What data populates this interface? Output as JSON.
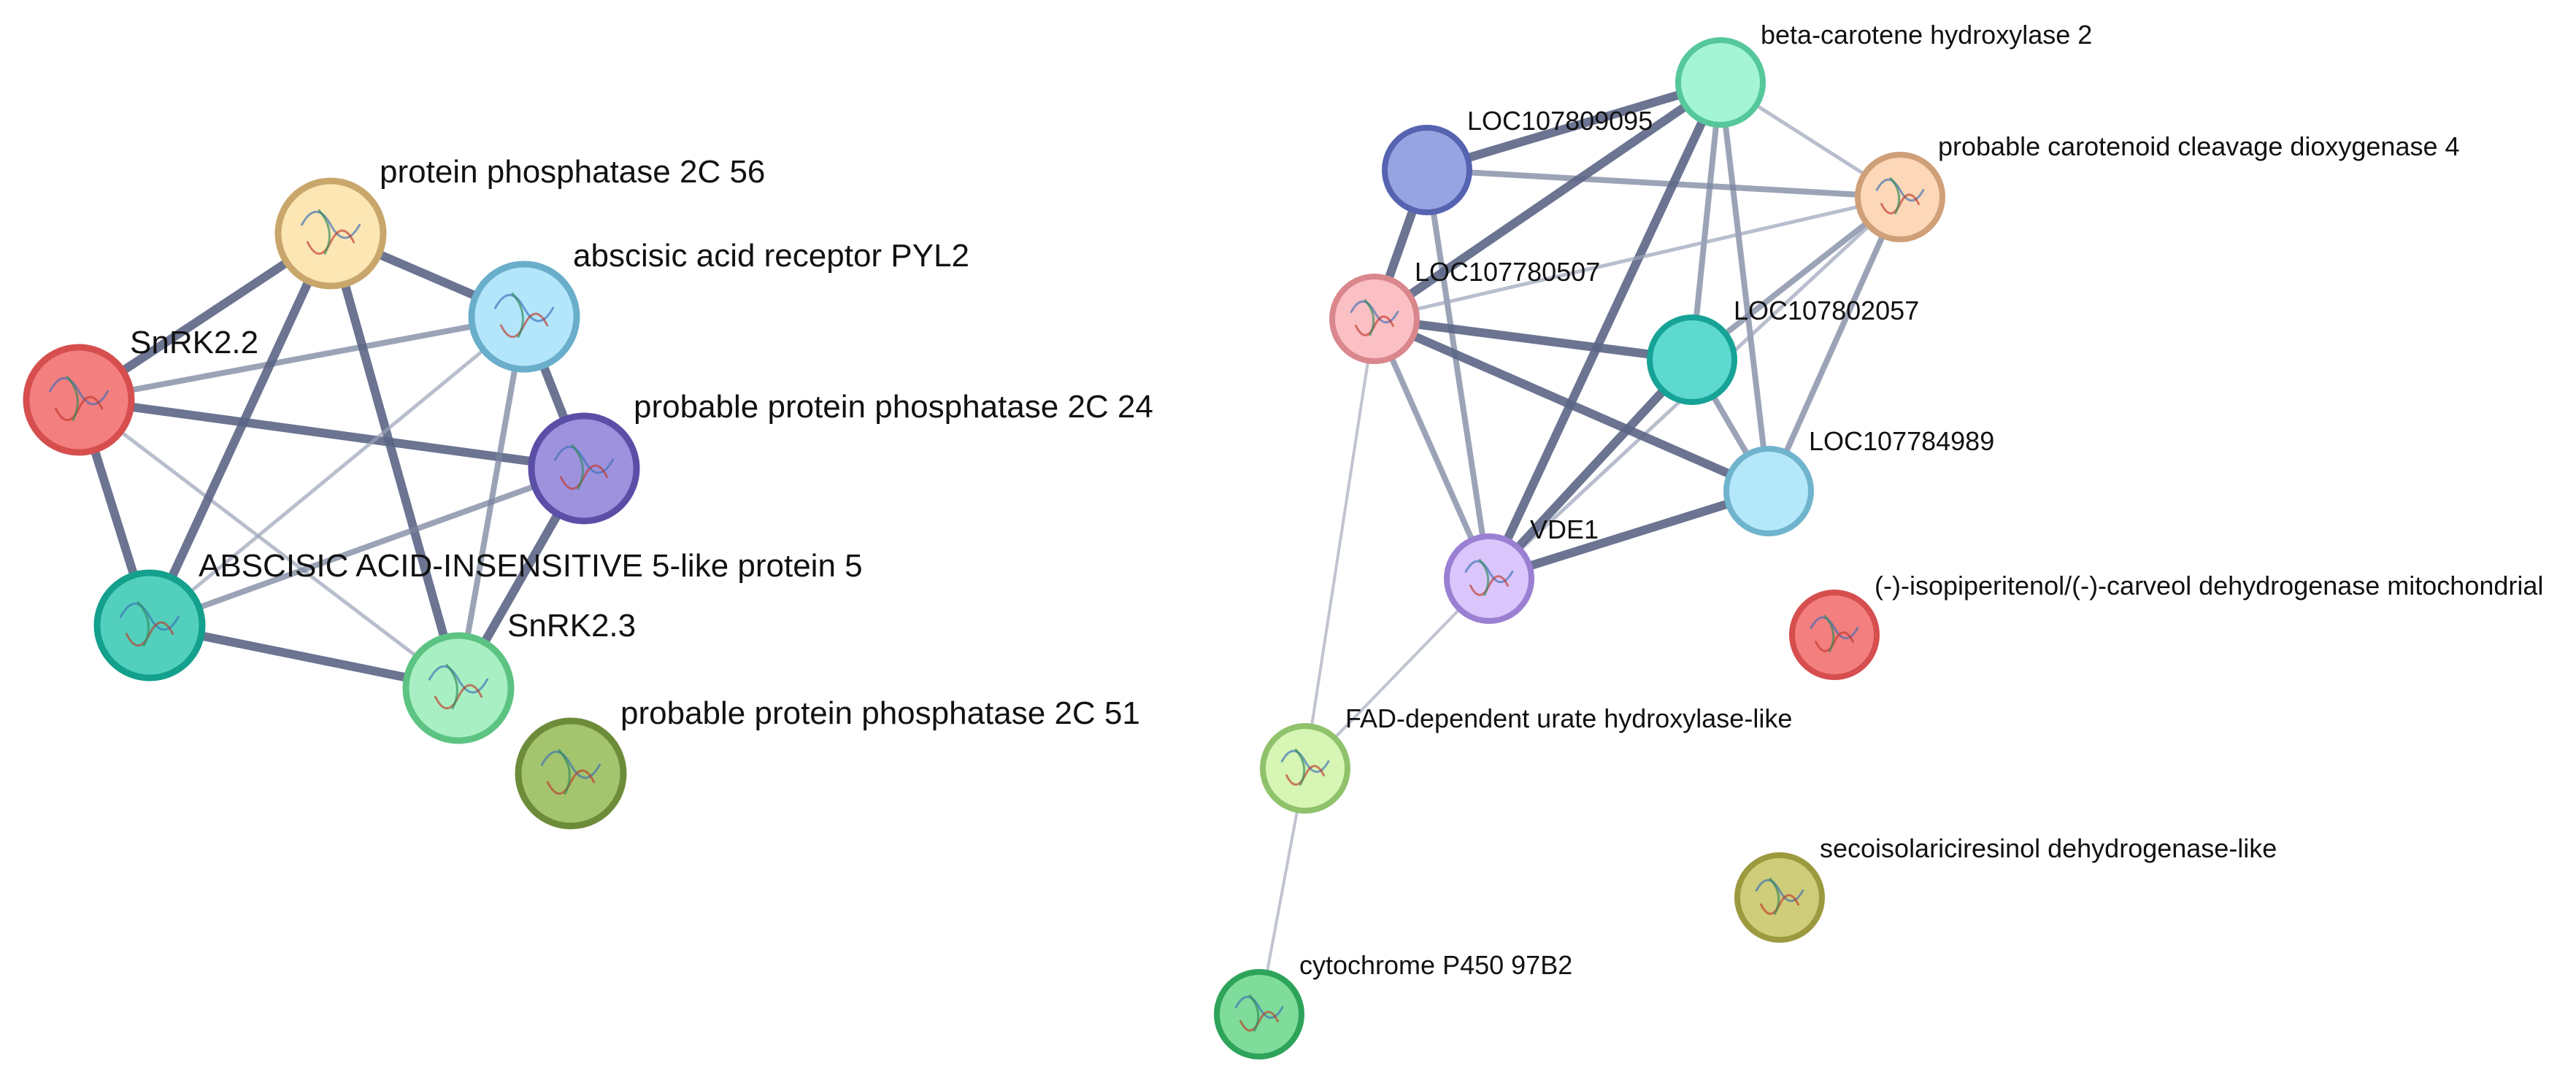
{
  "networks": [
    {
      "id": "net-a",
      "nodes": [
        {
          "id": "snrk22",
          "label": "SnRK2.2",
          "fill": "#f47f7f",
          "stroke": "#d64e4e",
          "icon": "protein-structure-icon"
        },
        {
          "id": "pp2c56",
          "label": "protein phosphatase 2C 56",
          "fill": "#fbe6b4",
          "stroke": "#c9a66b",
          "icon": "protein-structure-icon"
        },
        {
          "id": "pyl2",
          "label": "abscisic acid receptor PYL2",
          "fill": "#b3e6fb",
          "stroke": "#6aaecb",
          "icon": "protein-structure-icon"
        },
        {
          "id": "pp2c24",
          "label": "probable protein phosphatase 2C 24",
          "fill": "#9e92de",
          "stroke": "#5b4ea6",
          "icon": "protein-structure-icon"
        },
        {
          "id": "abi5",
          "label": "ABSCISIC ACID-INSENSITIVE 5-like protein 5",
          "fill": "#52d0bd",
          "stroke": "#13a08c",
          "icon": "protein-structure-icon"
        },
        {
          "id": "snrk23",
          "label": "SnRK2.3",
          "fill": "#a8f0c3",
          "stroke": "#5cc383",
          "icon": "protein-structure-icon"
        },
        {
          "id": "pp2c51",
          "label": "probable protein phosphatase 2C 51",
          "fill": "#a4c46e",
          "stroke": "#6d8c3a",
          "icon": "protein-structure-icon"
        }
      ],
      "edges": [
        {
          "source": "snrk22",
          "target": "pp2c56",
          "strength": "strong"
        },
        {
          "source": "snrk22",
          "target": "pyl2",
          "strength": "medium"
        },
        {
          "source": "snrk22",
          "target": "pp2c24",
          "strength": "strong"
        },
        {
          "source": "snrk22",
          "target": "abi5",
          "strength": "strong"
        },
        {
          "source": "snrk22",
          "target": "snrk23",
          "strength": "weak"
        },
        {
          "source": "pp2c56",
          "target": "pyl2",
          "strength": "strong"
        },
        {
          "source": "pp2c56",
          "target": "abi5",
          "strength": "strong"
        },
        {
          "source": "pp2c56",
          "target": "snrk23",
          "strength": "strong"
        },
        {
          "source": "pyl2",
          "target": "pp2c24",
          "strength": "strong"
        },
        {
          "source": "pyl2",
          "target": "snrk23",
          "strength": "medium"
        },
        {
          "source": "pyl2",
          "target": "abi5",
          "strength": "weak"
        },
        {
          "source": "pp2c24",
          "target": "abi5",
          "strength": "medium"
        },
        {
          "source": "pp2c24",
          "target": "snrk23",
          "strength": "strong"
        },
        {
          "source": "abi5",
          "target": "snrk23",
          "strength": "strong"
        }
      ]
    },
    {
      "id": "net-b",
      "nodes": [
        {
          "id": "bch2",
          "label": "beta-carotene hydroxylase 2",
          "fill": "#a3f5d6",
          "stroke": "#55c79b",
          "icon": ""
        },
        {
          "id": "loc095",
          "label": "LOC107809095",
          "fill": "#97a4e2",
          "stroke": "#5563b0",
          "icon": ""
        },
        {
          "id": "ccd4",
          "label": "probable carotenoid cleavage dioxygenase 4",
          "fill": "#fcd8b8",
          "stroke": "#cf9f78",
          "icon": "protein-structure-icon"
        },
        {
          "id": "loc507",
          "label": "LOC107780507",
          "fill": "#fbc0c4",
          "stroke": "#d9878d",
          "icon": "protein-structure-icon"
        },
        {
          "id": "loc057",
          "label": "LOC107802057",
          "fill": "#5dd9d0",
          "stroke": "#17a297",
          "icon": ""
        },
        {
          "id": "loc989",
          "label": "LOC107784989",
          "fill": "#b5e7fb",
          "stroke": "#6fb3cc",
          "icon": ""
        },
        {
          "id": "vde1",
          "label": "VDE1",
          "fill": "#dac6fb",
          "stroke": "#9a7fd2",
          "icon": "protein-structure-icon"
        },
        {
          "id": "ipd",
          "label": "(-)-isopiperitenol/(-)-carveol dehydrogenase mitochondrial",
          "fill": "#f47f7f",
          "stroke": "#d64e4e",
          "icon": "protein-structure-icon"
        },
        {
          "id": "fad",
          "label": "FAD-dependent urate hydroxylase-like",
          "fill": "#d7f5b4",
          "stroke": "#8fc26a",
          "icon": "protein-structure-icon"
        },
        {
          "id": "sid",
          "label": "secoisolariciresinol dehydrogenase-like",
          "fill": "#cfcc7a",
          "stroke": "#9c9a3e",
          "icon": "protein-structure-icon"
        },
        {
          "id": "cyp",
          "label": "cytochrome P450 97B2",
          "fill": "#7fdc9a",
          "stroke": "#2ea35a",
          "icon": "protein-structure-icon"
        }
      ],
      "edges": [
        {
          "source": "loc095",
          "target": "bch2",
          "strength": "strong"
        },
        {
          "source": "loc095",
          "target": "ccd4",
          "strength": "medium"
        },
        {
          "source": "loc095",
          "target": "loc507",
          "strength": "strong"
        },
        {
          "source": "loc095",
          "target": "vde1",
          "strength": "medium"
        },
        {
          "source": "bch2",
          "target": "ccd4",
          "strength": "weak"
        },
        {
          "source": "bch2",
          "target": "loc507",
          "strength": "strong"
        },
        {
          "source": "bch2",
          "target": "loc057",
          "strength": "medium"
        },
        {
          "source": "bch2",
          "target": "loc989",
          "strength": "medium"
        },
        {
          "source": "bch2",
          "target": "vde1",
          "strength": "strong"
        },
        {
          "source": "ccd4",
          "target": "loc507",
          "strength": "weak"
        },
        {
          "source": "ccd4",
          "target": "loc057",
          "strength": "medium"
        },
        {
          "source": "ccd4",
          "target": "loc989",
          "strength": "medium"
        },
        {
          "source": "ccd4",
          "target": "vde1",
          "strength": "weak"
        },
        {
          "source": "loc507",
          "target": "loc057",
          "strength": "strong"
        },
        {
          "source": "loc507",
          "target": "loc989",
          "strength": "strong"
        },
        {
          "source": "loc507",
          "target": "vde1",
          "strength": "medium"
        },
        {
          "source": "loc507",
          "target": "fad",
          "strength": "faint"
        },
        {
          "source": "loc057",
          "target": "loc989",
          "strength": "medium"
        },
        {
          "source": "loc057",
          "target": "vde1",
          "strength": "strong"
        },
        {
          "source": "loc989",
          "target": "vde1",
          "strength": "strong"
        },
        {
          "source": "vde1",
          "target": "fad",
          "strength": "faint"
        },
        {
          "source": "fad",
          "target": "cyp",
          "strength": "faint"
        }
      ]
    }
  ]
}
